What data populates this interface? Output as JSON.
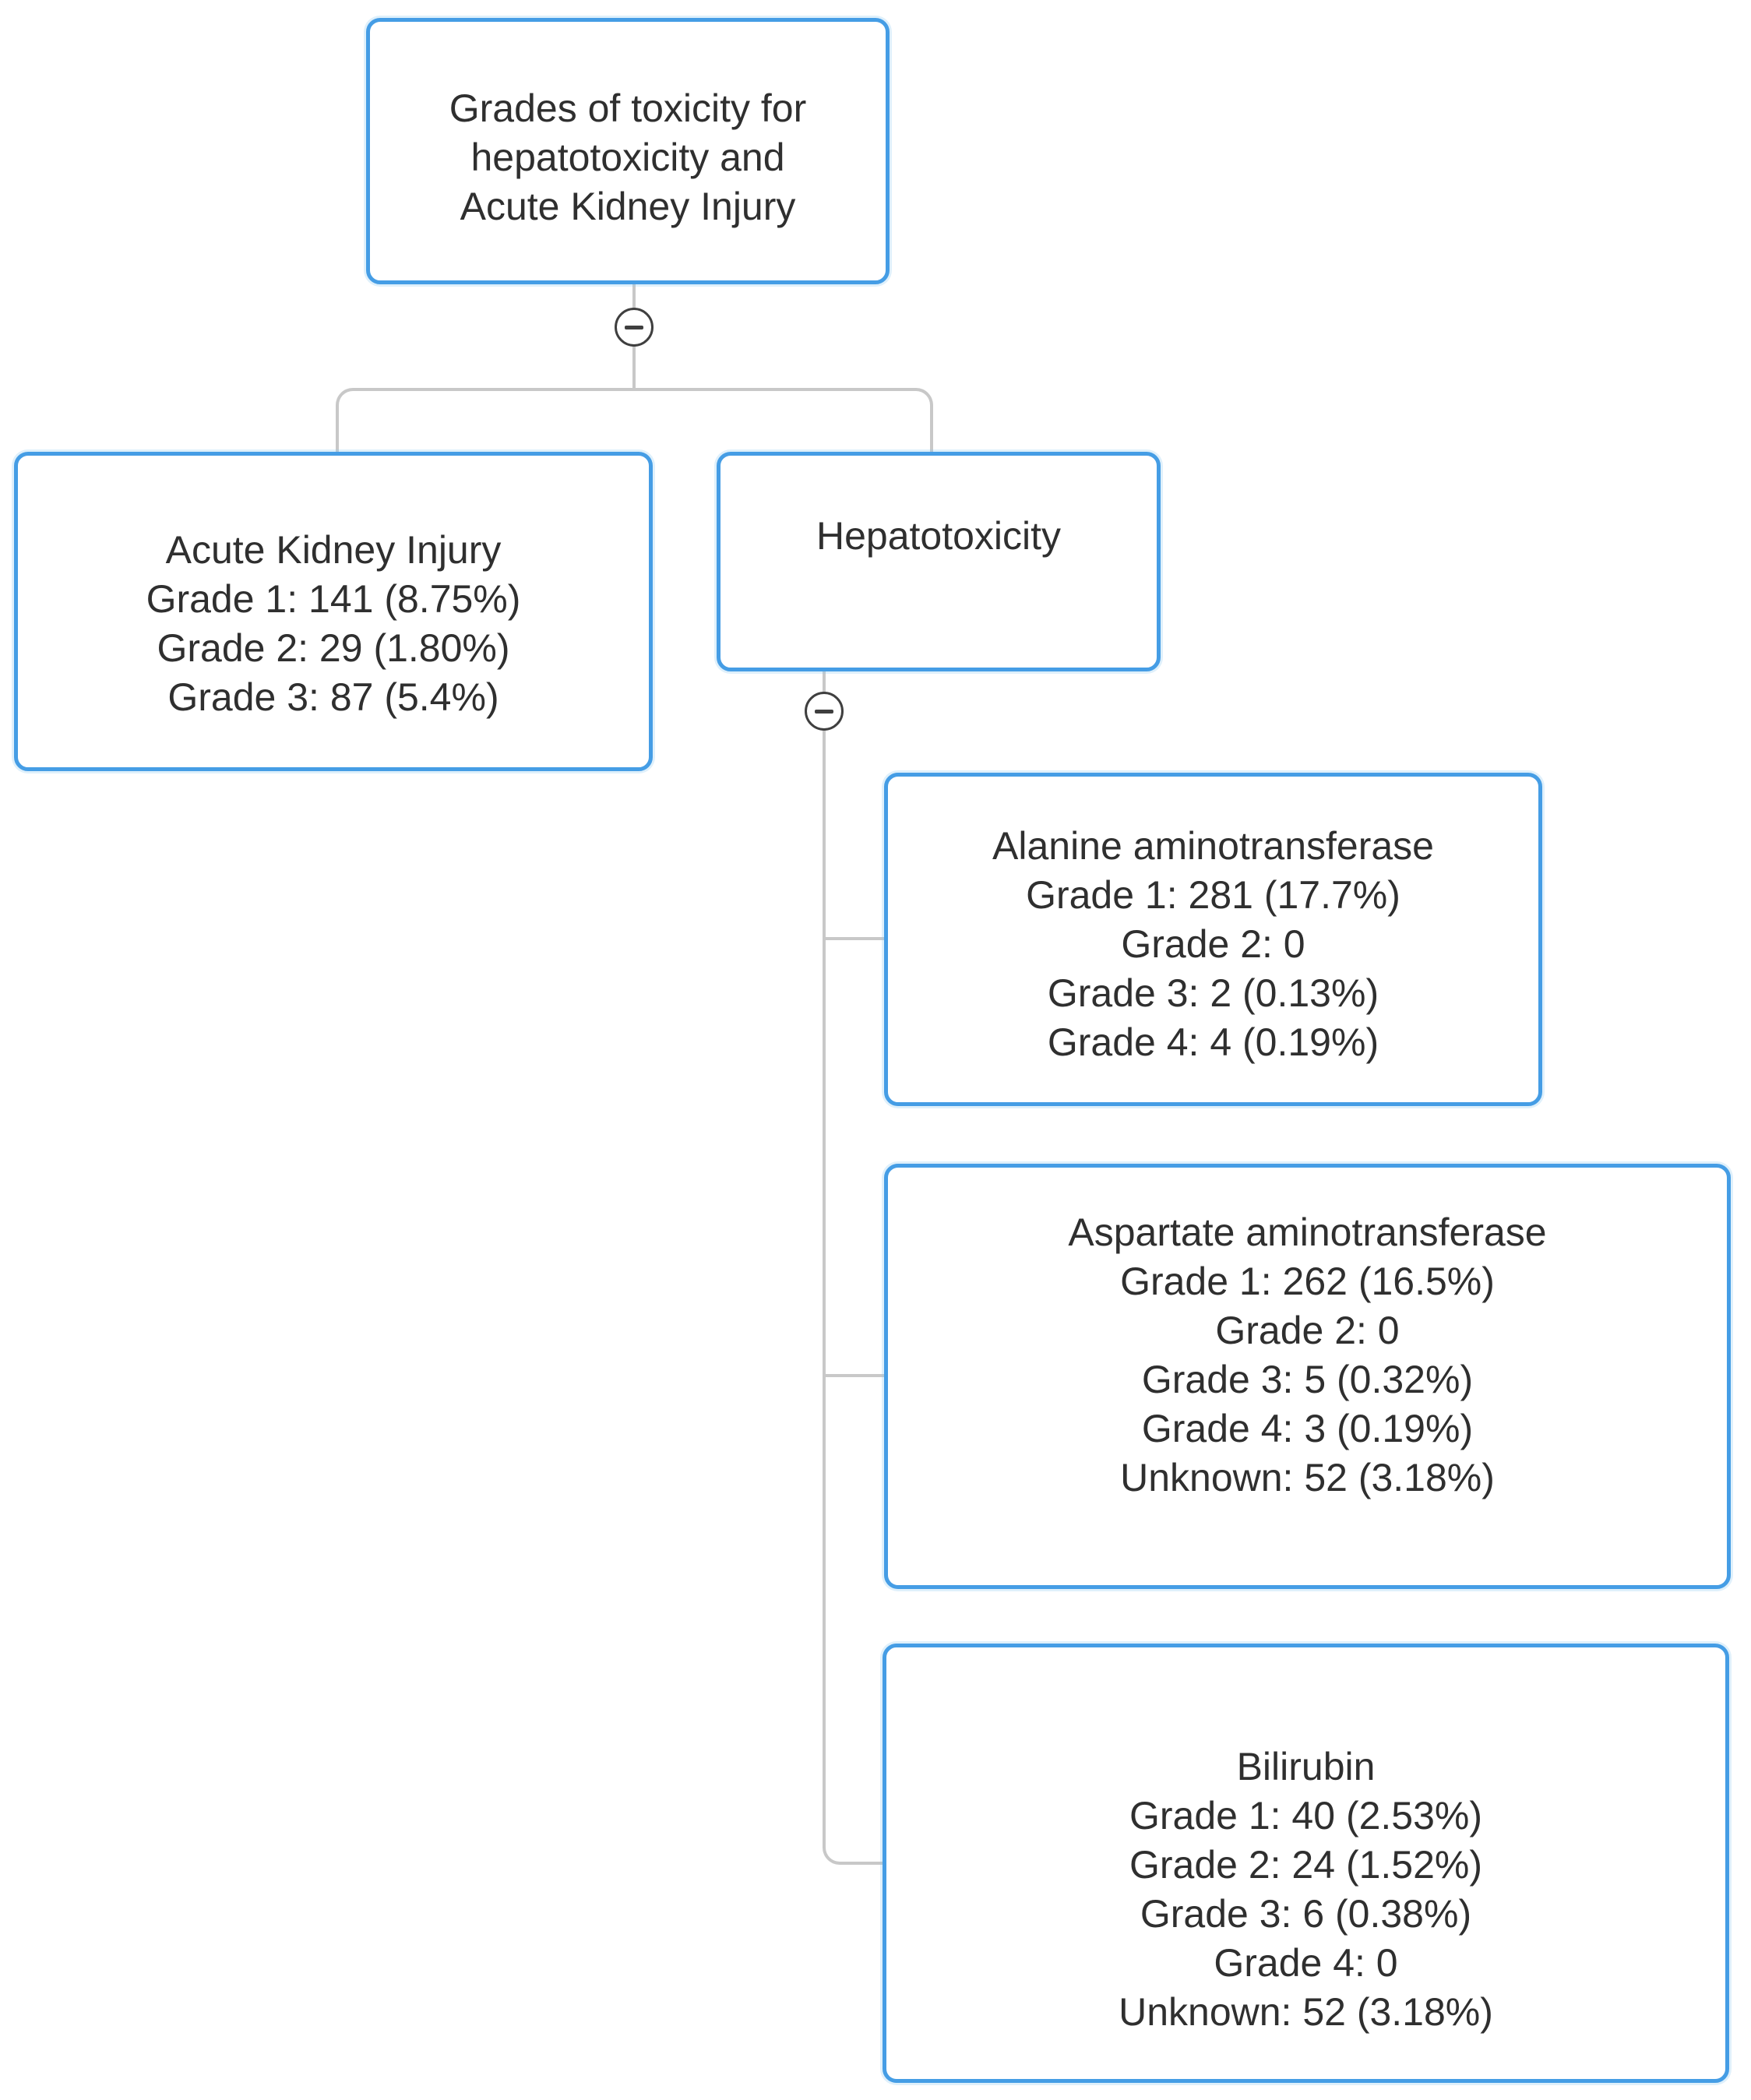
{
  "diagram": {
    "type": "tree",
    "colors": {
      "node_border": "#459de5",
      "connector": "#c8c8c8",
      "text": "#2f2f2f",
      "collapse_circle_border": "#3f3f3f",
      "background": "#ffffff"
    },
    "icons": {
      "collapse": "minus-circle-icon"
    },
    "nodes": [
      {
        "id": "root",
        "lines": [
          "Grades of toxicity for",
          "hepatotoxicity and",
          "Acute Kidney Injury"
        ]
      },
      {
        "id": "acute-kidney-injury",
        "lines": [
          "Acute Kidney Injury",
          "Grade 1: 141 (8.75%)",
          "Grade 2: 29 (1.80%)",
          "Grade 3: 87 (5.4%)"
        ]
      },
      {
        "id": "hepatotoxicity",
        "lines": [
          "Hepatotoxicity"
        ]
      },
      {
        "id": "alanine-aminotransferase",
        "lines": [
          "Alanine aminotransferase",
          "Grade 1: 281 (17.7%)",
          "Grade 2: 0",
          "Grade 3: 2 (0.13%)",
          "Grade 4: 4 (0.19%)"
        ]
      },
      {
        "id": "aspartate-aminotransferase",
        "lines": [
          "Aspartate aminotransferase",
          "Grade 1: 262 (16.5%)",
          "Grade 2: 0",
          "Grade 3: 5 (0.32%)",
          "Grade 4: 3 (0.19%)",
          "Unknown: 52 (3.18%)"
        ]
      },
      {
        "id": "bilirubin",
        "lines": [
          "Bilirubin",
          "Grade 1: 40 (2.53%)",
          "Grade 2: 24 (1.52%)",
          "Grade 3: 6 (0.38%)",
          "Grade 4: 0",
          "Unknown: 52 (3.18%)"
        ]
      }
    ]
  }
}
